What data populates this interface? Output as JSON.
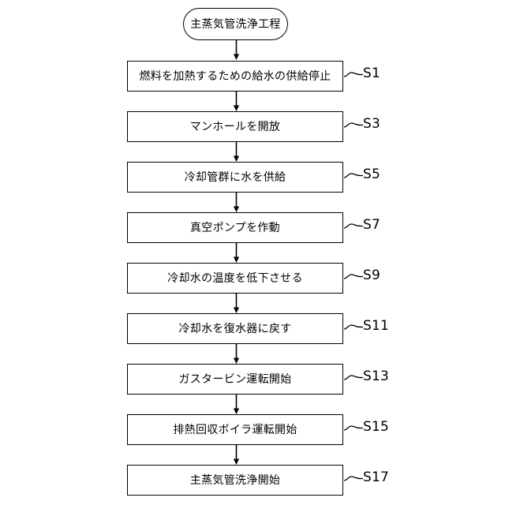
{
  "diagram": {
    "type": "flowchart",
    "orientation": "vertical",
    "title_node": {
      "shape": "stadium",
      "text": "主蒸気管洗浄工程"
    },
    "colors": {
      "background": "#ffffff",
      "stroke": "#000000",
      "text": "#000000"
    },
    "steps": [
      {
        "label": "燃料を加熱するための給水の供給停止",
        "step": "S1"
      },
      {
        "label": "マンホールを開放",
        "step": "S3"
      },
      {
        "label": "冷却管群に水を供給",
        "step": "S5"
      },
      {
        "label": "真空ポンプを作動",
        "step": "S7"
      },
      {
        "label": "冷却水の温度を低下させる",
        "step": "S9"
      },
      {
        "label": "冷却水を復水器に戻す",
        "step": "S11"
      },
      {
        "label": "ガスタービン運転開始",
        "step": "S13"
      },
      {
        "label": "排熱回収ボイラ運転開始",
        "step": "S15"
      },
      {
        "label": "主蒸気管洗浄開始",
        "step": "S17"
      }
    ]
  }
}
